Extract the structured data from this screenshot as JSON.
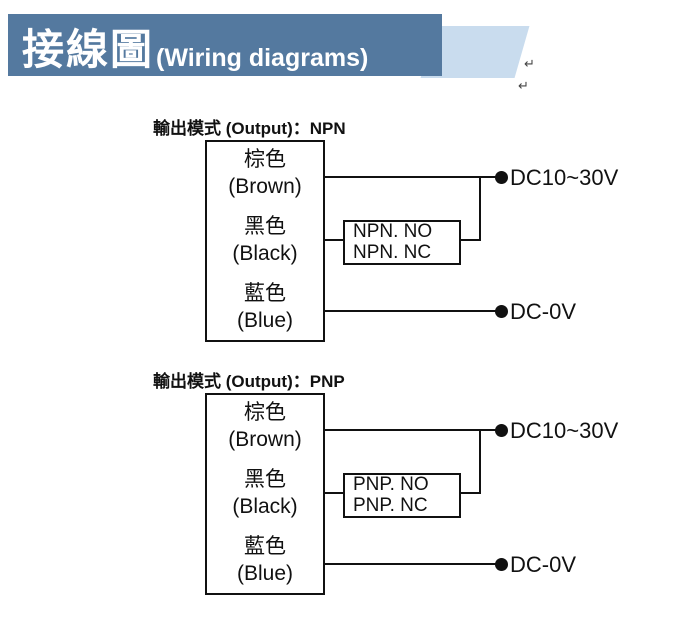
{
  "banner": {
    "title_cjk": "接線圖",
    "title_en": "(Wiring diagrams)",
    "return_mark": "↵",
    "colors": {
      "banner_bg": "#54799f",
      "banner_accent": "#c9dcee",
      "banner_text": "#ffffff",
      "line_color": "#111111"
    }
  },
  "diagrams": [
    {
      "label": "輸出模式 (Output)：NPN",
      "wires": [
        {
          "cjk": "棕色",
          "en": "(Brown)"
        },
        {
          "cjk": "黑色",
          "en": "(Black)"
        },
        {
          "cjk": "藍色",
          "en": "(Blue)"
        }
      ],
      "switch_box": {
        "line1": "NPN. NO",
        "line2": "NPN. NC"
      },
      "terminals": {
        "positive": "DC10~30V",
        "negative": "DC-0V"
      }
    },
    {
      "label": "輸出模式 (Output)：PNP",
      "wires": [
        {
          "cjk": "棕色",
          "en": "(Brown)"
        },
        {
          "cjk": "黑色",
          "en": "(Black)"
        },
        {
          "cjk": "藍色",
          "en": "(Blue)"
        }
      ],
      "switch_box": {
        "line1": "PNP. NO",
        "line2": "PNP. NC"
      },
      "terminals": {
        "positive": "DC10~30V",
        "negative": "DC-0V"
      }
    }
  ]
}
